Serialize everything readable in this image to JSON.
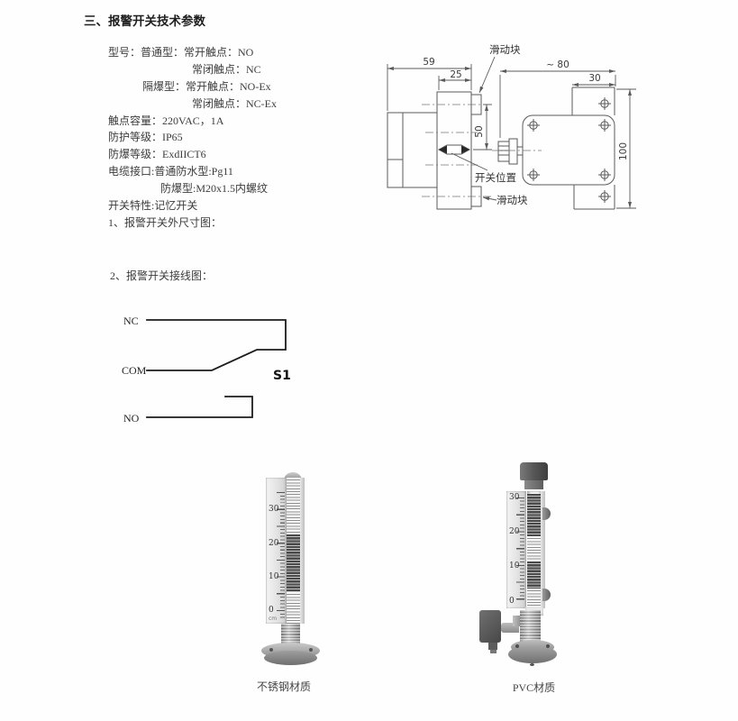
{
  "title": "三、报警开关技术参数",
  "specs": {
    "lines": [
      {
        "text": "型号：普通型：常开触点：NO"
      },
      {
        "text": "常闭触点：NC"
      },
      {
        "text": "隔爆型：常开触点：NO-Ex"
      },
      {
        "text": "常闭触点：NC-Ex"
      },
      {
        "text": "触点容量：220VAC，1A"
      },
      {
        "text": "防护等级：IP65"
      },
      {
        "text": "防爆等级：ExdIICT6"
      },
      {
        "text": "电缆接口:普通防水型:Pg11"
      },
      {
        "text": "防爆型:M20x1.5内螺纹"
      },
      {
        "text": "开关特性:记忆开关"
      }
    ]
  },
  "sections": {
    "dim_figure": "1、报警开关外尺寸图：",
    "wiring_figure": "2、报警开关接线图："
  },
  "drawing": {
    "labels": {
      "slider_top": "滑动块",
      "switch_position": "开关位置",
      "slider_bottom": "滑动块"
    },
    "dims": {
      "width_total": "59",
      "width_body": "25",
      "travel": "50",
      "width_front": "~ 80",
      "bracket_width": "30",
      "height": "100"
    }
  },
  "wiring": {
    "nc": "NC",
    "com": "COM",
    "no": "NO",
    "switch_label": "S1"
  },
  "photos": {
    "left": {
      "caption": "不锈钢材质",
      "scale": [
        "30",
        "20",
        "10",
        "0"
      ],
      "unit": "cm"
    },
    "right": {
      "caption": "PVC材质",
      "scale": [
        "30",
        "20",
        "10",
        "0"
      ]
    }
  },
  "colors": {
    "ink": "#3c3c3c",
    "drawing_line": "#5a5a5a",
    "wire_line": "#1c1c1c"
  }
}
